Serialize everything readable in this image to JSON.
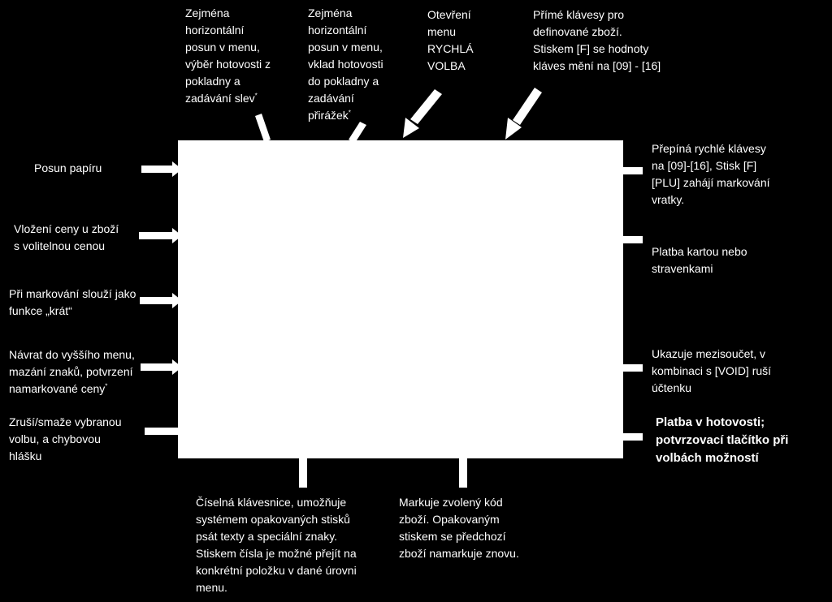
{
  "colors": {
    "background": "#000000",
    "text": "#ffffff",
    "box": "#ffffff"
  },
  "top": {
    "discount": {
      "text": "Zejména\nhorizontální\nposun v menu,\nvýběr hotovosti z\npokladny a\nzadávání slev",
      "mark": "*"
    },
    "surcharge": {
      "text": "Zejména\nhorizontální\nposun v menu,\nvklad hotovosti\ndo pokladny a\nzadávání\npřirážek",
      "mark": "*"
    },
    "quick_menu": "Otevření\nmenu\nRYCHLÁ\nVOLBA",
    "direct_keys": "Přímé klávesy pro\ndefinované zboží.\nStiskem [F] se hodnoty\nkláves mění na [09] - [16]"
  },
  "left": {
    "paper_feed": "Posun papíru",
    "price_entry": "Vložení  ceny u zboží\ns volitelnou cenou",
    "times": "Při markování slouží jako\nfunkce „krát“",
    "back": {
      "text": "Návrat do vyššího menu,\nmazání znaků, potvrzení\nnamarkované ceny",
      "mark": "*"
    },
    "clear": "Zruší/smaže vybranou\nvolbu, a chybovou\nhlášku"
  },
  "right": {
    "shift": "Přepíná rychlé klávesy\nna [09]-[16], Stisk [F]\n[PLU] zahájí markování\nvratky.",
    "card": "Platba kartou nebo\nstravenkami",
    "subtotal": "Ukazuje mezisoučet, v\nkombinaci s [VOID] ruší\núčtenku",
    "cash": "Platba v hotovosti;\npotvrzovací tlačítko při\nvolbách možností"
  },
  "bottom": {
    "numeric": "Číselná klávesnice, umožňuje\nsystémem opakovaných stisků\npsát texty a speciální znaky.\nStiskem čísla je možné přejít na\nkonkrétní položku v dané úrovni\nmenu.",
    "plu": "Markuje zvolený kód\nzboží.  Opakovaným\nstiskem se předchozí\nzboží namarkuje znovu."
  }
}
